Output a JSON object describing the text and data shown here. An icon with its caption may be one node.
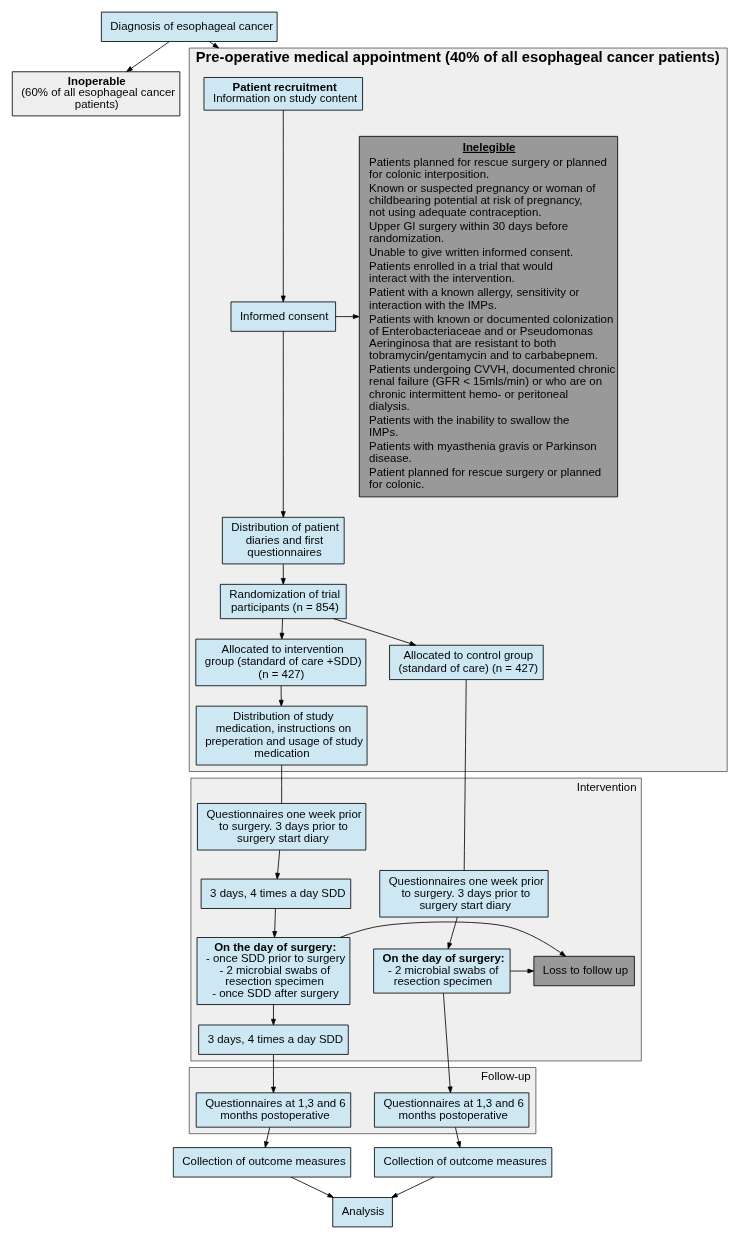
{
  "diagram": {
    "nodes": [
      {
        "text": [
          "Diagnosis of esophageal cancer"
        ]
      },
      {
        "text": [
          "Inoperable",
          "(60% of all esophageal cancer patients)"
        ]
      },
      {
        "text": [
          "Pre-operative medical appointment (40% of all esophageal cancer patients)"
        ]
      },
      {
        "text": [
          "Patient recruitment",
          "Information on study content"
        ],
        "in": 2
      },
      {
        "text": [
          "Informed consent"
        ],
        "in": 2
      },
      {
        "text": [
          "Inelegible",
          "Patients planned for rescue surgery or planned for colonic interposition.",
          "Known or suspected pregnancy or woman of childbearing potential at risk of pregnancy, not using adequate contraception.",
          "Upper GI surgery within 30 days before randomization.",
          "Unable to give written informed consent.",
          "Patients enrolled in a trial that would interact with the intervention.",
          "Patient with a known allergy, sensitivity or interaction with the IMPs.",
          "Patients with known or documented colonization of Enterobacteriaceae and or Pseudomonas Aeringinosa that are resistant to both tobramycin/gentamycin and to carbabepnem.",
          "Patients undergoing CVVH, documented chronic renal failure (GFR < 15mls/min) or who are on chronic intermittent hemo- or peritoneal dialysis.",
          "Patients with the inability to swallow the IMPs.",
          "Patients with myasthenia gravis or Parkinson disease.",
          "Patient planned for rescue surgery or planned for colonic."
        ],
        "in": 2
      },
      {
        "text": [
          "Distribution of patient diaries and first questionnaires"
        ],
        "in": 2
      },
      {
        "text": [
          "Randomization of trial participants (n = 854)"
        ],
        "in": 2
      },
      {
        "text": [
          "Allocated to intervention group (standard of care +SDD) (n = 427)"
        ],
        "in": 2
      },
      {
        "text": [
          "Allocated to control group (standard of care) (n = 427)"
        ],
        "in": 2
      },
      {
        "text": [
          "Distribution of study medication, instructions on preperation and usage of study medication"
        ],
        "in": 2
      },
      {
        "text": [
          "Intervention"
        ]
      },
      {
        "text": [
          "Questionnaires one week prior to surgery. 3 days prior to surgery start diary"
        ],
        "in": 11
      },
      {
        "text": [
          "Questionnaires one week prior to surgery. 3 days prior to surgery start diary"
        ],
        "in": 11
      },
      {
        "text": [
          "3 days, 4 times a day SDD"
        ],
        "in": 11
      },
      {
        "text": [
          "On the day of surgery:",
          "- once SDD prior to surgery",
          "- 2 microbial swabs of resection specimen",
          "- once SDD after surgery"
        ],
        "in": 11
      },
      {
        "text": [
          "Loss to follow up"
        ],
        "in": 11
      },
      {
        "text": [
          "On the day of surgery:",
          "- 2 microbial swabs of resection specimen"
        ],
        "in": 11
      },
      {
        "text": [
          "3 days, 4 times a day SDD"
        ],
        "in": 11
      },
      {
        "text": [
          "Follow-up"
        ]
      },
      {
        "text": [
          "Questionnaires at 1,3 and 6 months postoperative"
        ],
        "in": 19
      },
      {
        "text": [
          "Questionnaires at 1,3 and 6 months postoperative"
        ],
        "in": 19
      },
      {
        "text": [
          "Collection of outcome measures"
        ]
      },
      {
        "text": [
          "Collection of outcome measures"
        ]
      },
      {
        "text": [
          "Analysis"
        ]
      }
    ],
    "edges": [
      {
        "from": 0,
        "to": 1,
        "arrow": "to"
      },
      {
        "from": 0,
        "to": 2,
        "arrow": "to"
      },
      {
        "from": 3,
        "to": 4,
        "arrow": "to"
      },
      {
        "from": 4,
        "to": 6,
        "arrow": "to"
      },
      {
        "from": 4,
        "to": 5,
        "arrow": "to"
      },
      {
        "from": 6,
        "to": 7,
        "arrow": "to"
      },
      {
        "from": 7,
        "to": 8,
        "arrow": "to"
      },
      {
        "from": 7,
        "to": 9,
        "arrow": "to"
      },
      {
        "from": 8,
        "to": 10,
        "arrow": "to"
      },
      {
        "from": 10,
        "to": 12,
        "arrow": "none"
      },
      {
        "from": 9,
        "to": 13,
        "arrow": "none"
      },
      {
        "from": 12,
        "to": 14,
        "arrow": "to"
      },
      {
        "from": 14,
        "to": 15,
        "arrow": "to"
      },
      {
        "from": 15,
        "to": 16,
        "arrow": "to"
      },
      {
        "from": 17,
        "to": 16,
        "arrow": "to"
      },
      {
        "from": 13,
        "to": 17,
        "arrow": "to"
      },
      {
        "from": 15,
        "to": 18,
        "arrow": "to"
      },
      {
        "from": 18,
        "to": 20,
        "arrow": "to"
      },
      {
        "from": 17,
        "to": 21,
        "arrow": "to"
      },
      {
        "from": 20,
        "to": 22,
        "arrow": "to"
      },
      {
        "from": 21,
        "to": 23,
        "arrow": "to"
      },
      {
        "from": 22,
        "to": 24,
        "arrow": "to"
      },
      {
        "from": 23,
        "to": 24,
        "arrow": "to"
      }
    ]
  }
}
